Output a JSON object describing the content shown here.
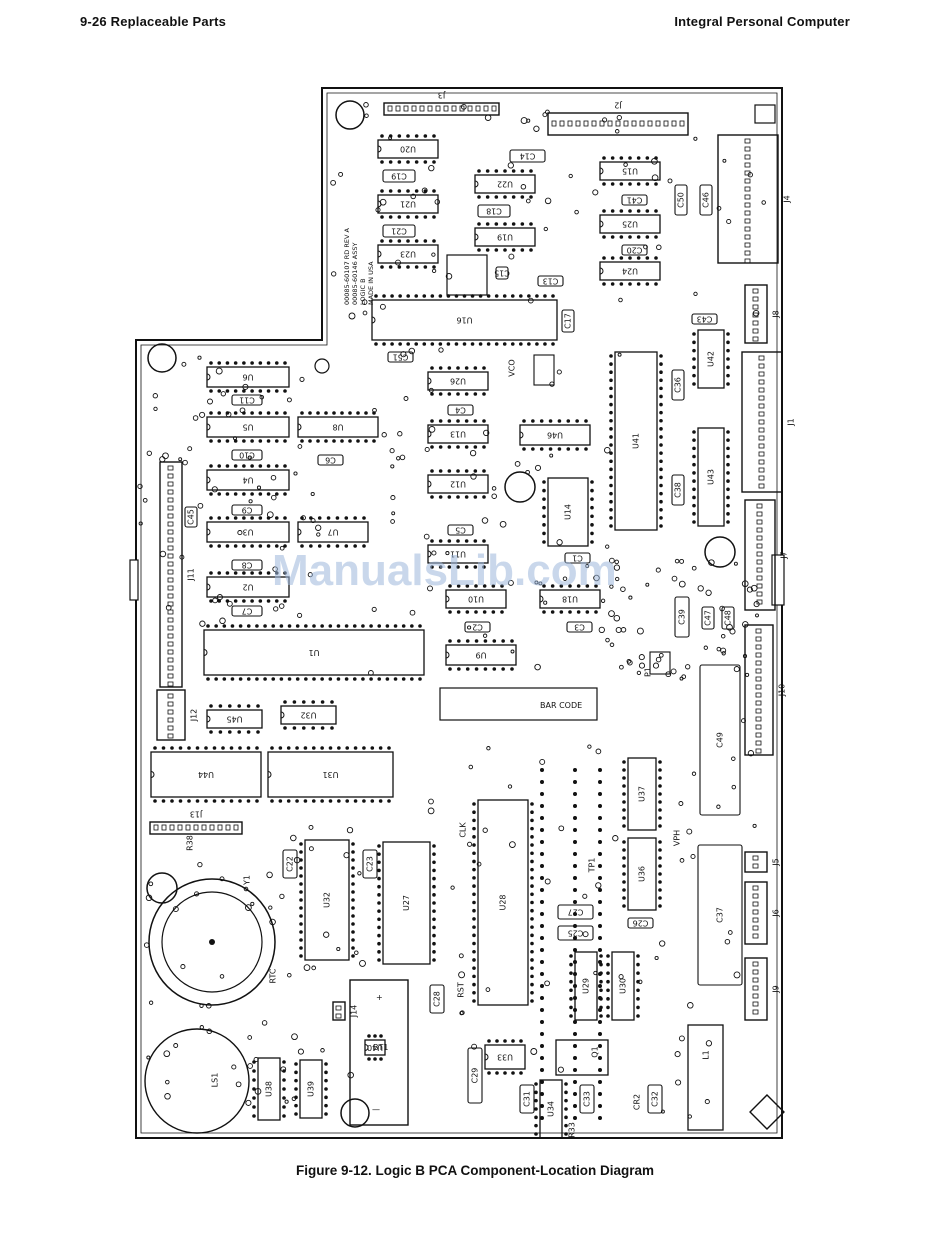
{
  "header": {
    "left": "9-26 Replaceable Parts",
    "right": "Integral Personal Computer"
  },
  "caption": "Figure 9-12. Logic B PCA Component-Location Diagram",
  "watermark": "ManualsLib.com",
  "board_text": {
    "assy_lines": [
      "00085-60107 RD REV A",
      "00085-60146 ASSY",
      "LOGIC B",
      "MADE IN USA"
    ],
    "bar_code": "BAR CODE",
    "battery_plus": "+",
    "battery_minus": "—"
  },
  "ics": [
    {
      "ref": "U20"
    },
    {
      "ref": "U21"
    },
    {
      "ref": "U23"
    },
    {
      "ref": "U22"
    },
    {
      "ref": "U19"
    },
    {
      "ref": "U16"
    },
    {
      "ref": "U15"
    },
    {
      "ref": "U25"
    },
    {
      "ref": "U24"
    },
    {
      "ref": "U6"
    },
    {
      "ref": "U5"
    },
    {
      "ref": "U4"
    },
    {
      "ref": "U3"
    },
    {
      "ref": "U2"
    },
    {
      "ref": "U8"
    },
    {
      "ref": "U7"
    },
    {
      "ref": "U1"
    },
    {
      "ref": "U26"
    },
    {
      "ref": "U13"
    },
    {
      "ref": "U12"
    },
    {
      "ref": "U11"
    },
    {
      "ref": "U10"
    },
    {
      "ref": "U9"
    },
    {
      "ref": "U46"
    },
    {
      "ref": "U14"
    },
    {
      "ref": "U18"
    },
    {
      "ref": "U41"
    },
    {
      "ref": "U42"
    },
    {
      "ref": "U43"
    },
    {
      "ref": "U45"
    },
    {
      "ref": "U32"
    },
    {
      "ref": "U44"
    },
    {
      "ref": "U31"
    },
    {
      "ref": "U32"
    },
    {
      "ref": "U27"
    },
    {
      "ref": "U28"
    },
    {
      "ref": "U37"
    },
    {
      "ref": "U36"
    },
    {
      "ref": "U29"
    },
    {
      "ref": "U30"
    },
    {
      "ref": "U33"
    },
    {
      "ref": "U34"
    },
    {
      "ref": "U38"
    },
    {
      "ref": "U39"
    },
    {
      "ref": "U40"
    }
  ],
  "caps": [
    {
      "ref": "C14"
    },
    {
      "ref": "C19"
    },
    {
      "ref": "C18"
    },
    {
      "ref": "C21"
    },
    {
      "ref": "C15"
    },
    {
      "ref": "C13"
    },
    {
      "ref": "C17"
    },
    {
      "ref": "C51"
    },
    {
      "ref": "C11"
    },
    {
      "ref": "C10"
    },
    {
      "ref": "C9"
    },
    {
      "ref": "C6"
    },
    {
      "ref": "C8"
    },
    {
      "ref": "C7"
    },
    {
      "ref": "C5"
    },
    {
      "ref": "C4"
    },
    {
      "ref": "C2"
    },
    {
      "ref": "C1"
    },
    {
      "ref": "C3"
    },
    {
      "ref": "C41"
    },
    {
      "ref": "C20"
    },
    {
      "ref": "C50"
    },
    {
      "ref": "C46"
    },
    {
      "ref": "C43"
    },
    {
      "ref": "C36"
    },
    {
      "ref": "C38"
    },
    {
      "ref": "C39"
    },
    {
      "ref": "C45"
    },
    {
      "ref": "C49"
    },
    {
      "ref": "C27"
    },
    {
      "ref": "C25"
    },
    {
      "ref": "C26"
    },
    {
      "ref": "C37"
    },
    {
      "ref": "C22"
    },
    {
      "ref": "C23"
    },
    {
      "ref": "C28"
    },
    {
      "ref": "C29"
    },
    {
      "ref": "C31"
    },
    {
      "ref": "C32"
    },
    {
      "ref": "C33"
    },
    {
      "ref": "C48"
    },
    {
      "ref": "C47"
    }
  ],
  "connectors": [
    {
      "ref": "J2"
    },
    {
      "ref": "J3"
    },
    {
      "ref": "J8"
    },
    {
      "ref": "J1"
    },
    {
      "ref": "J7"
    },
    {
      "ref": "J10"
    },
    {
      "ref": "J11"
    },
    {
      "ref": "J12"
    },
    {
      "ref": "J4"
    },
    {
      "ref": "J5"
    },
    {
      "ref": "J6"
    },
    {
      "ref": "J9"
    },
    {
      "ref": "J13"
    },
    {
      "ref": "J14"
    }
  ],
  "misc": [
    {
      "ref": "BT1"
    },
    {
      "ref": "LS1"
    },
    {
      "ref": "L1"
    },
    {
      "ref": "Q1"
    },
    {
      "ref": "Y1"
    },
    {
      "ref": "VCO"
    },
    {
      "ref": "CLK"
    },
    {
      "ref": "RTC"
    },
    {
      "ref": "TP1"
    },
    {
      "ref": "RST"
    },
    {
      "ref": "VPH"
    },
    {
      "ref": "P1"
    },
    {
      "ref": "R33"
    },
    {
      "ref": "CR2"
    },
    {
      "ref": "R38"
    }
  ]
}
